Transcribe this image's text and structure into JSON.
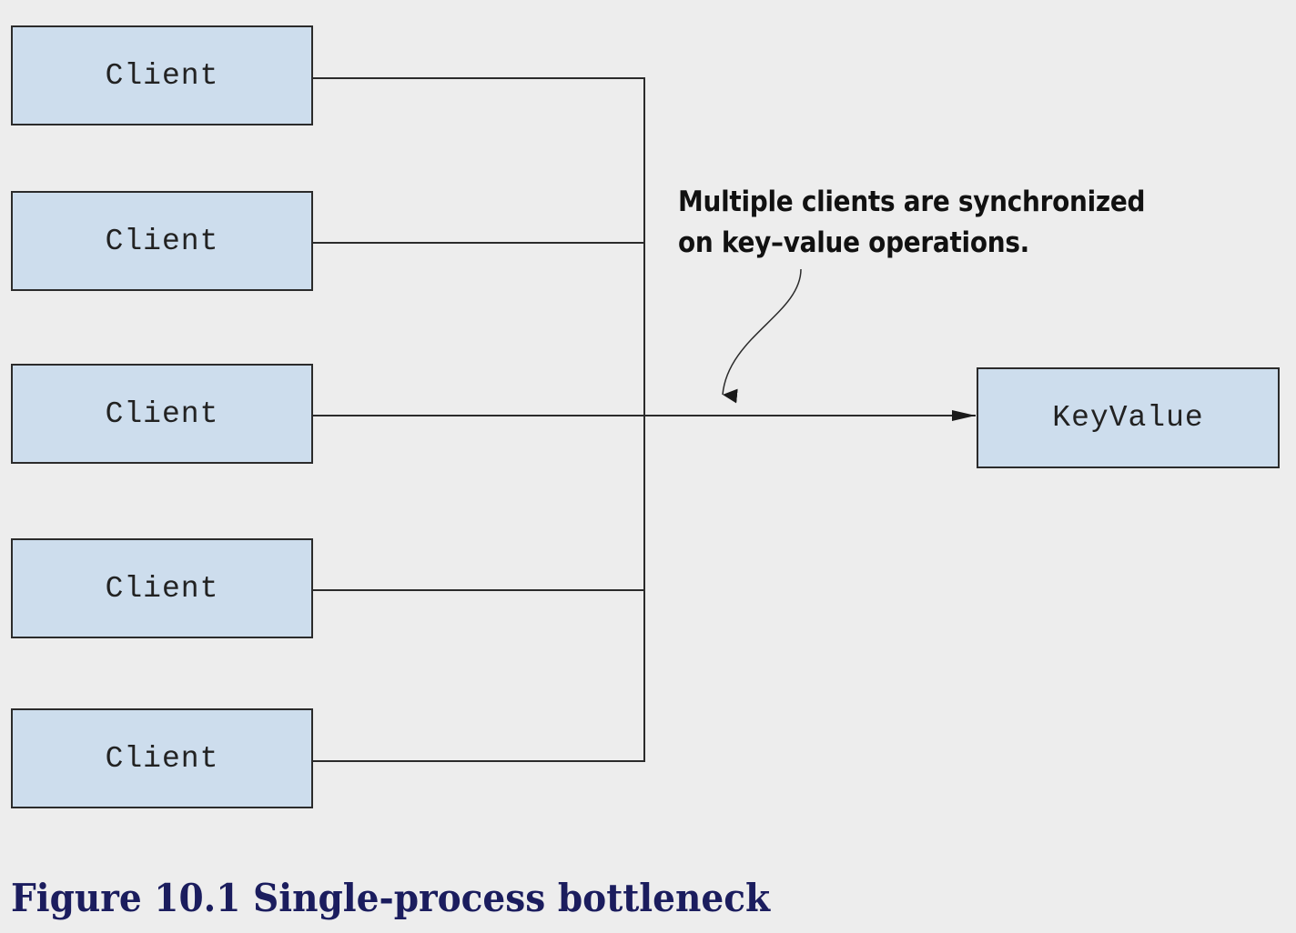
{
  "diagram": {
    "clients": [
      {
        "label": "Client"
      },
      {
        "label": "Client"
      },
      {
        "label": "Client"
      },
      {
        "label": "Client"
      },
      {
        "label": "Client"
      }
    ],
    "server": {
      "label": "KeyValue"
    },
    "annotation": {
      "line1": "Multiple clients are synchronized",
      "line2": "on key–value operations."
    },
    "colors": {
      "box_fill": "#cddded",
      "stroke": "#2b2b2b",
      "caption": "#1b1d5e",
      "background": "#ededed"
    }
  },
  "caption": {
    "text": "Figure 10.1 Single-process bottleneck"
  }
}
